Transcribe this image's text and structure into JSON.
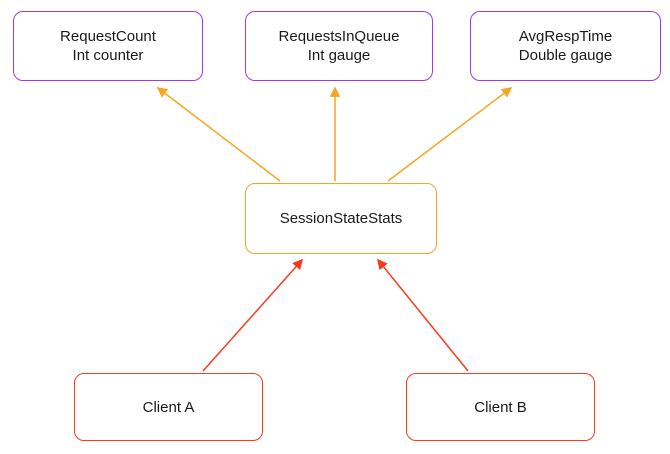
{
  "diagram": {
    "background": "#ffffff",
    "colors": {
      "metric_border": "#9b3be6",
      "hub_border": "#f5a623",
      "client_border": "#f93b1d",
      "orange_arrow": "#f5a623",
      "red_arrow": "#f93b1d",
      "text": "#1a1a1a"
    },
    "nodes": [
      {
        "id": "request-count",
        "title": "RequestCount",
        "subtitle": "Int counter",
        "role": "metric"
      },
      {
        "id": "requests-in-queue",
        "title": "RequestsInQueue",
        "subtitle": "Int gauge",
        "role": "metric"
      },
      {
        "id": "avg-resp-time",
        "title": "AvgRespTime",
        "subtitle": "Double gauge",
        "role": "metric"
      },
      {
        "id": "session-state-stats",
        "title": "SessionStateStats",
        "subtitle": "",
        "role": "hub"
      },
      {
        "id": "client-a",
        "title": "Client A",
        "subtitle": "",
        "role": "client"
      },
      {
        "id": "client-b",
        "title": "Client B",
        "subtitle": "",
        "role": "client"
      }
    ],
    "edges": [
      {
        "from": "session-state-stats",
        "to": "request-count",
        "color": "#f5a623"
      },
      {
        "from": "session-state-stats",
        "to": "requests-in-queue",
        "color": "#f5a623"
      },
      {
        "from": "session-state-stats",
        "to": "avg-resp-time",
        "color": "#f5a623"
      },
      {
        "from": "client-a",
        "to": "session-state-stats",
        "color": "#f93b1d"
      },
      {
        "from": "client-b",
        "to": "session-state-stats",
        "color": "#f93b1d"
      }
    ]
  }
}
